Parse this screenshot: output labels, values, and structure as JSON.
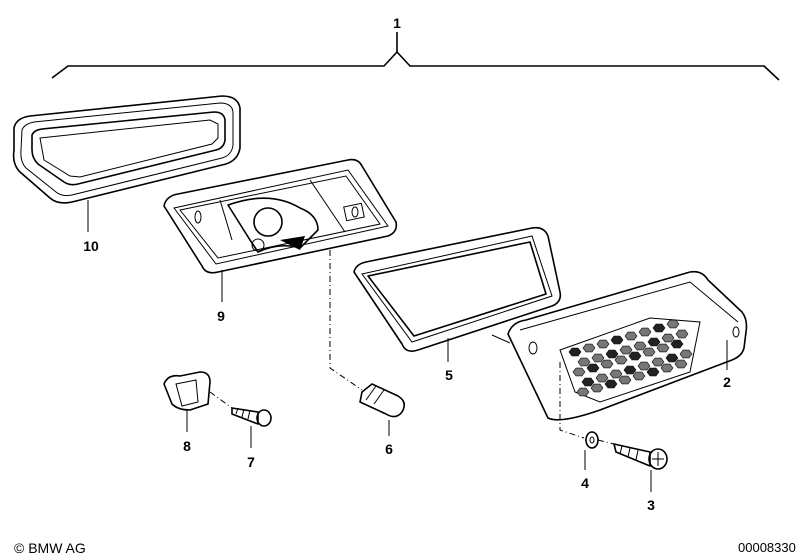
{
  "diagram": {
    "labels": {
      "p1": "1",
      "p2": "2",
      "p3": "3",
      "p4": "4",
      "p5": "5",
      "p6": "6",
      "p7": "7",
      "p8": "8",
      "p9": "9",
      "p10": "10"
    }
  },
  "footer": {
    "copyright": "© BMW AG",
    "image_number": "00008330"
  }
}
